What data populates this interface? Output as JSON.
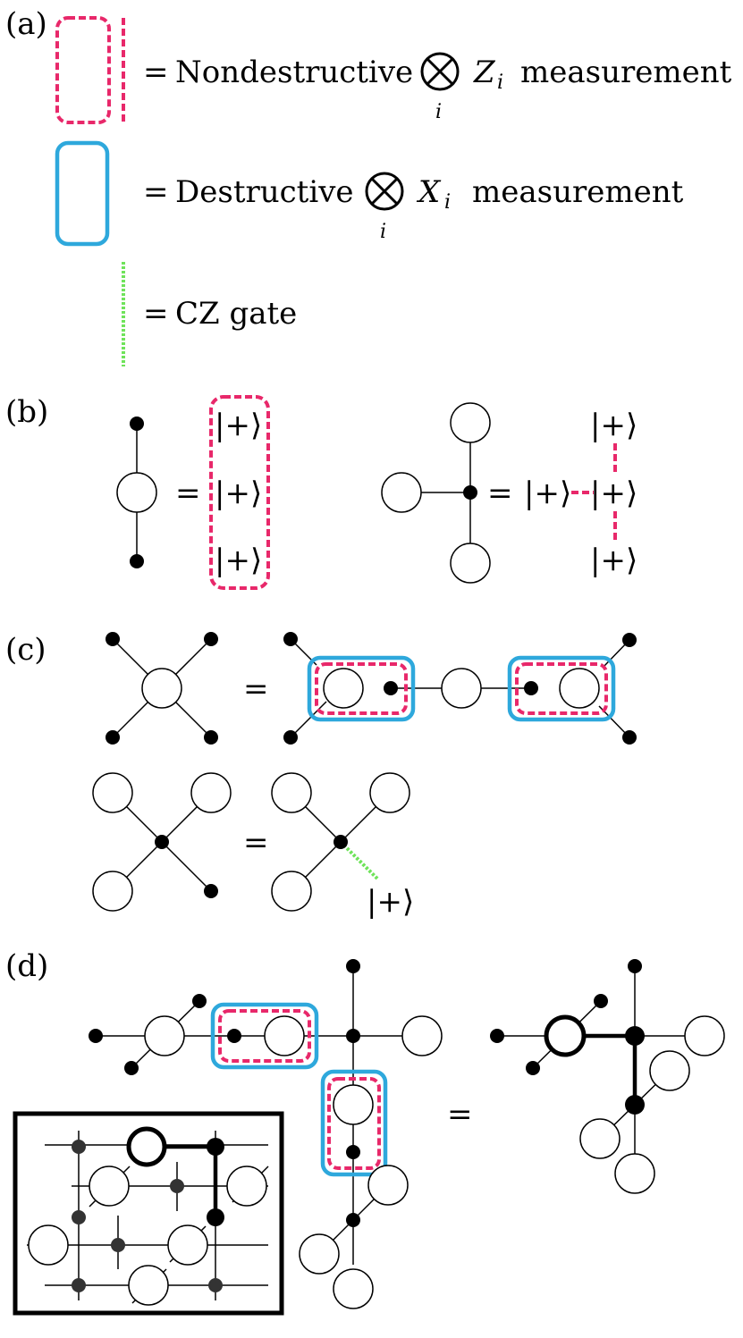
{
  "panels": {
    "a": "(a)",
    "b": "(b)",
    "c": "(c)",
    "d": "(d)"
  },
  "legend": {
    "equals": "=",
    "nondestructive_text": "Nondestructive",
    "z_op": "Z",
    "z_sub": "i",
    "destructive_text": "Destructive",
    "x_op": "X",
    "x_sub": "i",
    "measurement": "measurement",
    "tensor_index": "i",
    "cz_text": "CZ gate"
  },
  "kets": {
    "plus": "|+⟩"
  },
  "equals": "=",
  "colors": {
    "nondestructive_z": "#e8286a",
    "destructive_x": "#2ea8dc",
    "cz_gate": "#6fe35a"
  }
}
